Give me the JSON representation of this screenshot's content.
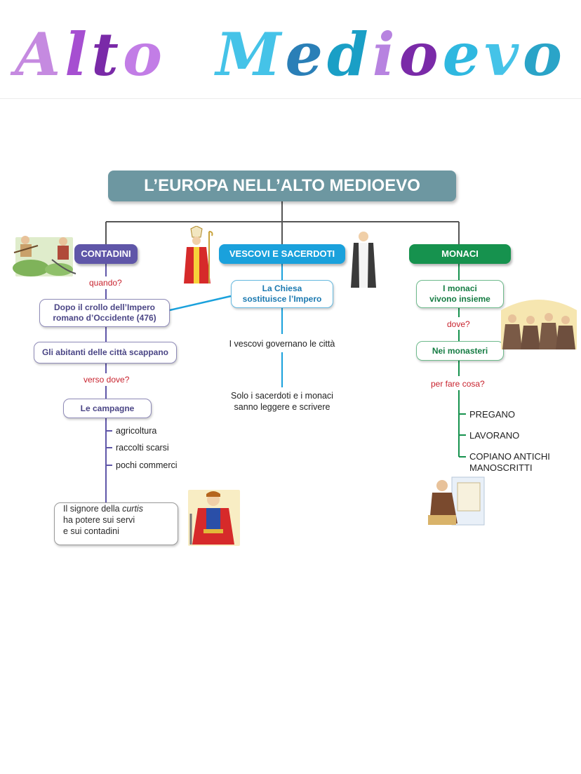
{
  "page_title": "Alto Medioevo",
  "title_colors": [
    "#c58ae0",
    "#a64fd1",
    "#7a2aa8",
    "#c27de6",
    "#45c3e8",
    "#2a7fb7",
    "#1a9fc6",
    "#b783e0",
    "#7a2aa8",
    "#2fb8e0",
    "#45c3e8",
    "#2aa4c8",
    "#2b8fb5"
  ],
  "diagram": {
    "header": "L’EUROPA NELL’ALTO MEDIOEVO",
    "contadini": {
      "label": "CONTADINI",
      "q1": "quando?",
      "box1": [
        "Dopo il crollo dell’Impero",
        "romano d’Occidente (476)"
      ],
      "box2": "Gli abitanti delle città scappano",
      "q2": "verso dove?",
      "box3": "Le campagne",
      "items": [
        "agricoltura",
        "raccolti scarsi",
        "pochi commerci"
      ],
      "box4_line1_a": "Il signore della ",
      "box4_line1_b": "curtis",
      "box4_line2": "ha potere sui servi",
      "box4_line3": "e sui contadini"
    },
    "vescovi": {
      "label": "VESCOVI E SACERDOTI",
      "box1": [
        "La Chiesa",
        "sostituisce l’Impero"
      ],
      "text1": "I vescovi governano le città",
      "text2": [
        "Solo i sacerdoti e i monaci",
        "sanno leggere e scrivere"
      ]
    },
    "monaci": {
      "label": "MONACI",
      "box1": [
        "I monaci",
        "vivono insieme"
      ],
      "q1": "dove?",
      "box2": "Nei monasteri",
      "q2": "per fare cosa?",
      "items": [
        "PREGANO",
        "LAVORANO",
        "COPIANO ANTICHI",
        "MANOSCRITTI"
      ]
    }
  },
  "colors": {
    "header": "#6d97a1",
    "contadini": "#5f56a8",
    "vescovi": "#1aa1dc",
    "monaci": "#16924e",
    "question": "#c8242f"
  },
  "icons": [
    "farmers-illustration",
    "bishop-illustration",
    "priest-illustration",
    "monks-illustration",
    "lord-illustration",
    "scribe-monk-illustration"
  ]
}
